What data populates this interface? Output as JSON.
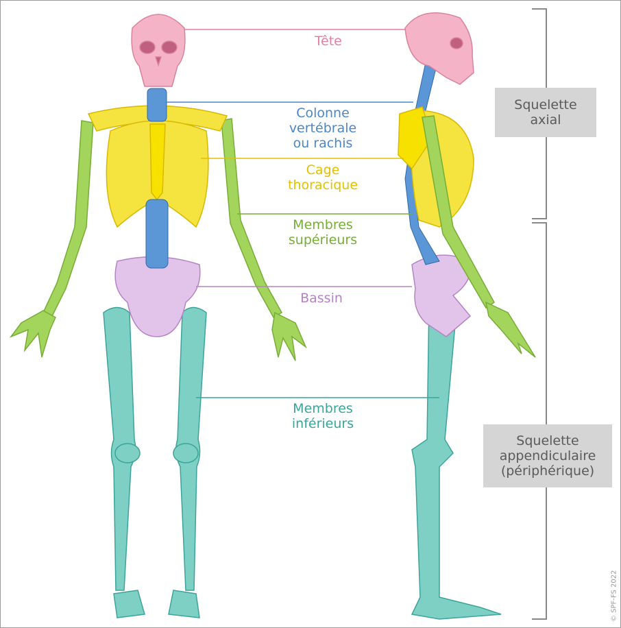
{
  "labels": {
    "head": "Tête",
    "spine": [
      "Colonne",
      "vertébrale",
      "ou rachis"
    ],
    "ribcage": [
      "Cage",
      "thoracique"
    ],
    "upper_limbs": [
      "Membres",
      "supérieurs"
    ],
    "pelvis": "Bassin",
    "lower_limbs": [
      "Membres",
      "inférieurs"
    ]
  },
  "groups": {
    "axial": [
      "Squelette",
      "axial"
    ],
    "appendicular": [
      "Squelette",
      "appendiculaire",
      "(périphérique)"
    ]
  },
  "copyright": "© SPF-FS 2022",
  "colors": {
    "head": "#e27fa3",
    "spine": "#4a86c8",
    "ribcage": "#e3c000",
    "upper_limbs": "#76ad35",
    "pelvis": "#b583c4",
    "lower_limbs": "#3aa49a",
    "group_box": "#d5d5d6"
  }
}
